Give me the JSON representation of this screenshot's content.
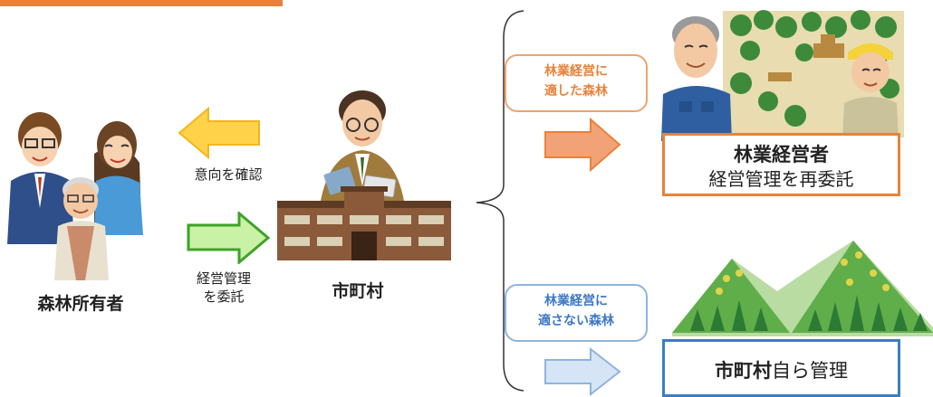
{
  "owner": {
    "label": "森林所有者"
  },
  "municipality": {
    "label": "市町村"
  },
  "flow_confirm": {
    "label": "意向を確認"
  },
  "flow_entrust": {
    "line1": "経営管理",
    "line2": "を委託"
  },
  "suitable": {
    "line1": "林業経営に",
    "line2": "適した森林"
  },
  "unsuitable": {
    "line1": "林業経営に",
    "line2": "適さない森林"
  },
  "operator_box": {
    "title": "林業経営者",
    "subtitle": "経営管理を再委託"
  },
  "self_box": {
    "bold": "市町村",
    "rest": "自ら管理"
  },
  "colors": {
    "accent_orange": "#e8823a",
    "accent_blue": "#3c7dc4",
    "arrow_yellow": "#ffd24a",
    "arrow_green": "#6cc04a",
    "arrow_peach": "#f2a277",
    "arrow_lightblue": "#d5e5f6"
  }
}
